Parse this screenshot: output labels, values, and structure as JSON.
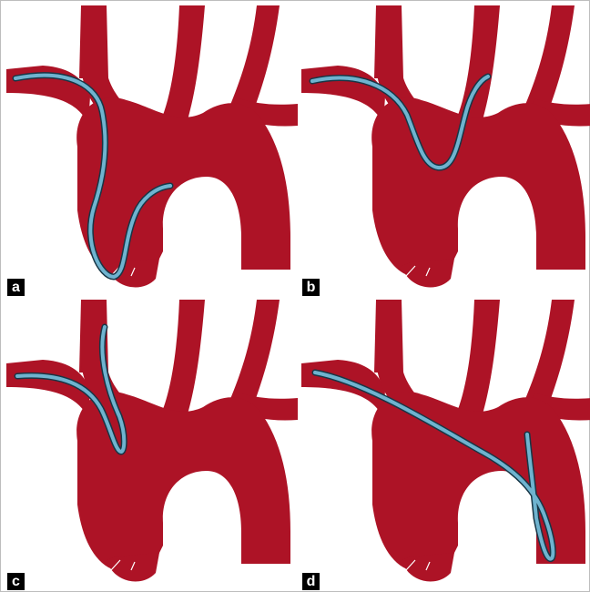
{
  "colors": {
    "vessel": "#ad1326",
    "vessel_shade": "#8f0f1f",
    "catheter": "#6fb3cf",
    "catheter_outline": "#173646",
    "label_bg": "#000000",
    "label_text": "#ffffff",
    "background": "#ffffff"
  },
  "panels": [
    {
      "label": "a",
      "catheter_course": "right-subclavian-to-ascending-aorta-loop"
    },
    {
      "label": "b",
      "catheter_course": "right-subclavian-to-left-common-carotid"
    },
    {
      "label": "c",
      "catheter_course": "right-subclavian-looped-into-right-common-carotid"
    },
    {
      "label": "d",
      "catheter_course": "right-subclavian-to-descending-aorta-loop"
    }
  ]
}
